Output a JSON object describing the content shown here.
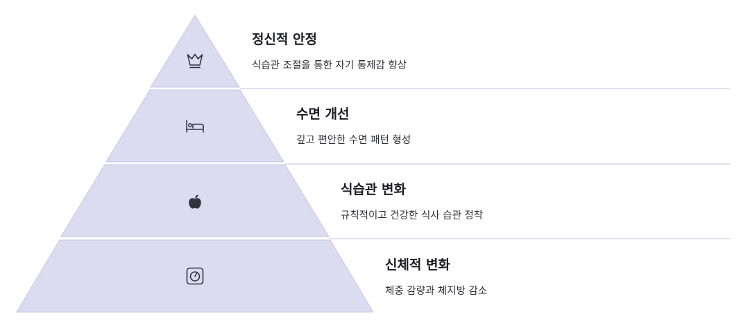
{
  "colors": {
    "tier_fill": "#dcdcf0",
    "tier_edge": "#c6c6e4",
    "divider": "#d7d7ea",
    "icon": "#333340"
  },
  "levels": [
    {
      "title": "정신적 안정",
      "description": "식습관 조절을 통한 자기 통제감 향상",
      "icon": "crown-icon"
    },
    {
      "title": "수면 개선",
      "description": "깊고 편안한 수면 패턴 형성",
      "icon": "bed-icon"
    },
    {
      "title": "식습관 변화",
      "description": "규칙적이고 건강한 식사 습관 정착",
      "icon": "apple-icon"
    },
    {
      "title": "신체적 변화",
      "description": "체중 감량과 체지방 감소",
      "icon": "scale-icon"
    }
  ]
}
